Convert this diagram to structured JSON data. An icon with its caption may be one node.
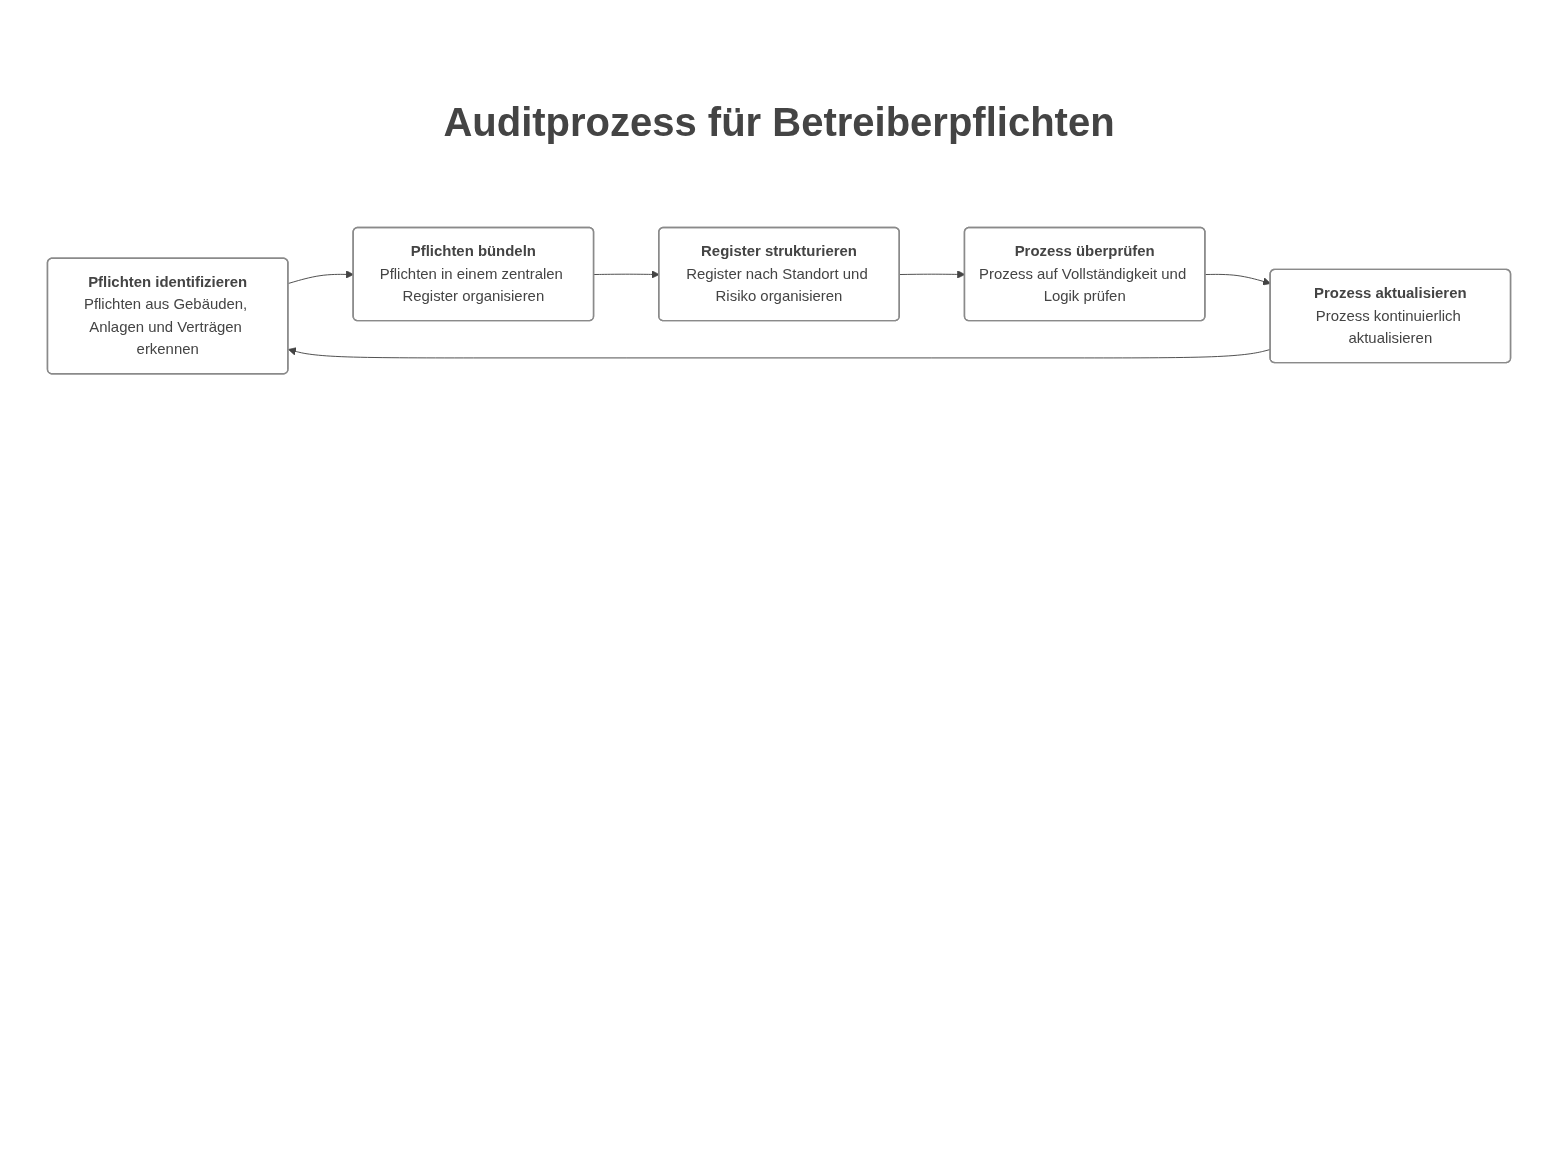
{
  "diagram": {
    "title": "Auditprozess für Betreiberpflichten",
    "nodes": [
      {
        "text": [
          "Pflichten identifizieren",
          "Pflichten aus Gebäuden, Anlagen und Verträgen erkennen"
        ]
      },
      {
        "text": [
          "Pflichten bündeln",
          "Pflichten in einem zentralen Register organisieren"
        ]
      },
      {
        "text": [
          "Register strukturieren",
          "Register nach Standort und Risiko organisieren"
        ]
      },
      {
        "text": [
          "Prozess überprüfen",
          "Prozess auf Vollständigkeit und Logik prüfen"
        ]
      },
      {
        "text": [
          "Prozess aktualisieren",
          "Prozess kontinuierlich aktualisieren"
        ]
      }
    ],
    "edges": [
      {
        "from": 0,
        "to": 1,
        "arrow": "to"
      },
      {
        "from": 1,
        "to": 2,
        "arrow": "to"
      },
      {
        "from": 2,
        "to": 3,
        "arrow": "to"
      },
      {
        "from": 3,
        "to": 4,
        "arrow": "to"
      },
      {
        "from": 4,
        "to": 0,
        "arrow": "to"
      }
    ]
  }
}
